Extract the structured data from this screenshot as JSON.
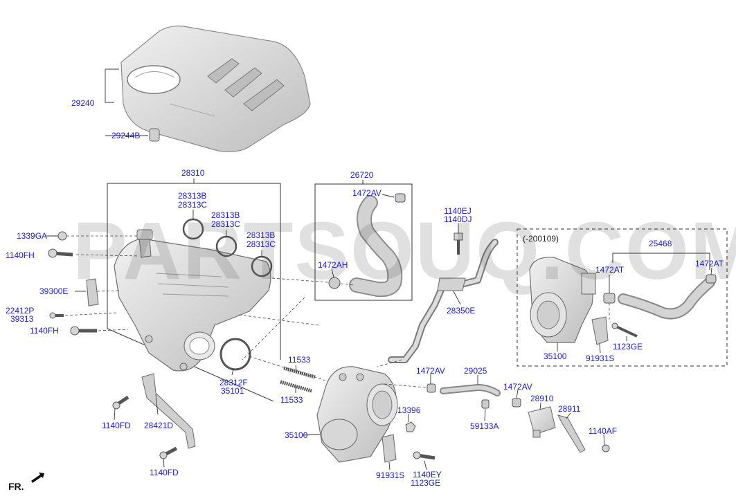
{
  "watermark": "PARTSOUQ.COM",
  "variant_note": "(-200109)",
  "orientation_label": "FR.",
  "colors": {
    "label": "#1a1ad0",
    "line": "#333333",
    "part_fill": "#dcdcdc",
    "part_stroke": "#777777"
  },
  "labels": {
    "p29240": "29240",
    "p29244B": "29244B",
    "p28310": "28310",
    "p26720": "26720",
    "p1472AV_a": "1472AV",
    "p28313BC_1": "28313B",
    "p28313BC_1b": "28313C",
    "p28313BC_2": "28313B",
    "p28313BC_2b": "28313C",
    "p28313BC_3": "28313B",
    "p28313BC_3b": "28313C",
    "p1339GA": "1339GA",
    "p1140FH_1": "1140FH",
    "p39300E": "39300E",
    "p22412P": "22412P",
    "p39313": "39313",
    "p1140FH_2": "1140FH",
    "p1472AH": "1472AH",
    "p1140EJ": "1140EJ",
    "p1140DJ": "1140DJ",
    "p28350E": "28350E",
    "p25468": "25468",
    "p1472AT_1": "1472AT",
    "p1472AT_2": "1472AT",
    "p35100_r": "35100",
    "p91931S_r": "91931S",
    "p1123GE_r": "1123GE",
    "p11533_1": "11533",
    "p11533_2": "11533",
    "p28312F": "28312F",
    "p35101": "35101",
    "p1140FD_1": "1140FD",
    "p28421D": "28421D",
    "p1140FD_2": "1140FD",
    "p1472AV_b": "1472AV",
    "p29025": "29025",
    "p1472AV_c": "1472AV",
    "p28910": "28910",
    "p28911": "28911",
    "p13396": "13396",
    "p59133A": "59133A",
    "p1140AF": "1140AF",
    "p35100_m": "35100",
    "p91931S_m": "91931S",
    "p1140EY": "1140EY",
    "p1123GE_m": "1123GE"
  }
}
